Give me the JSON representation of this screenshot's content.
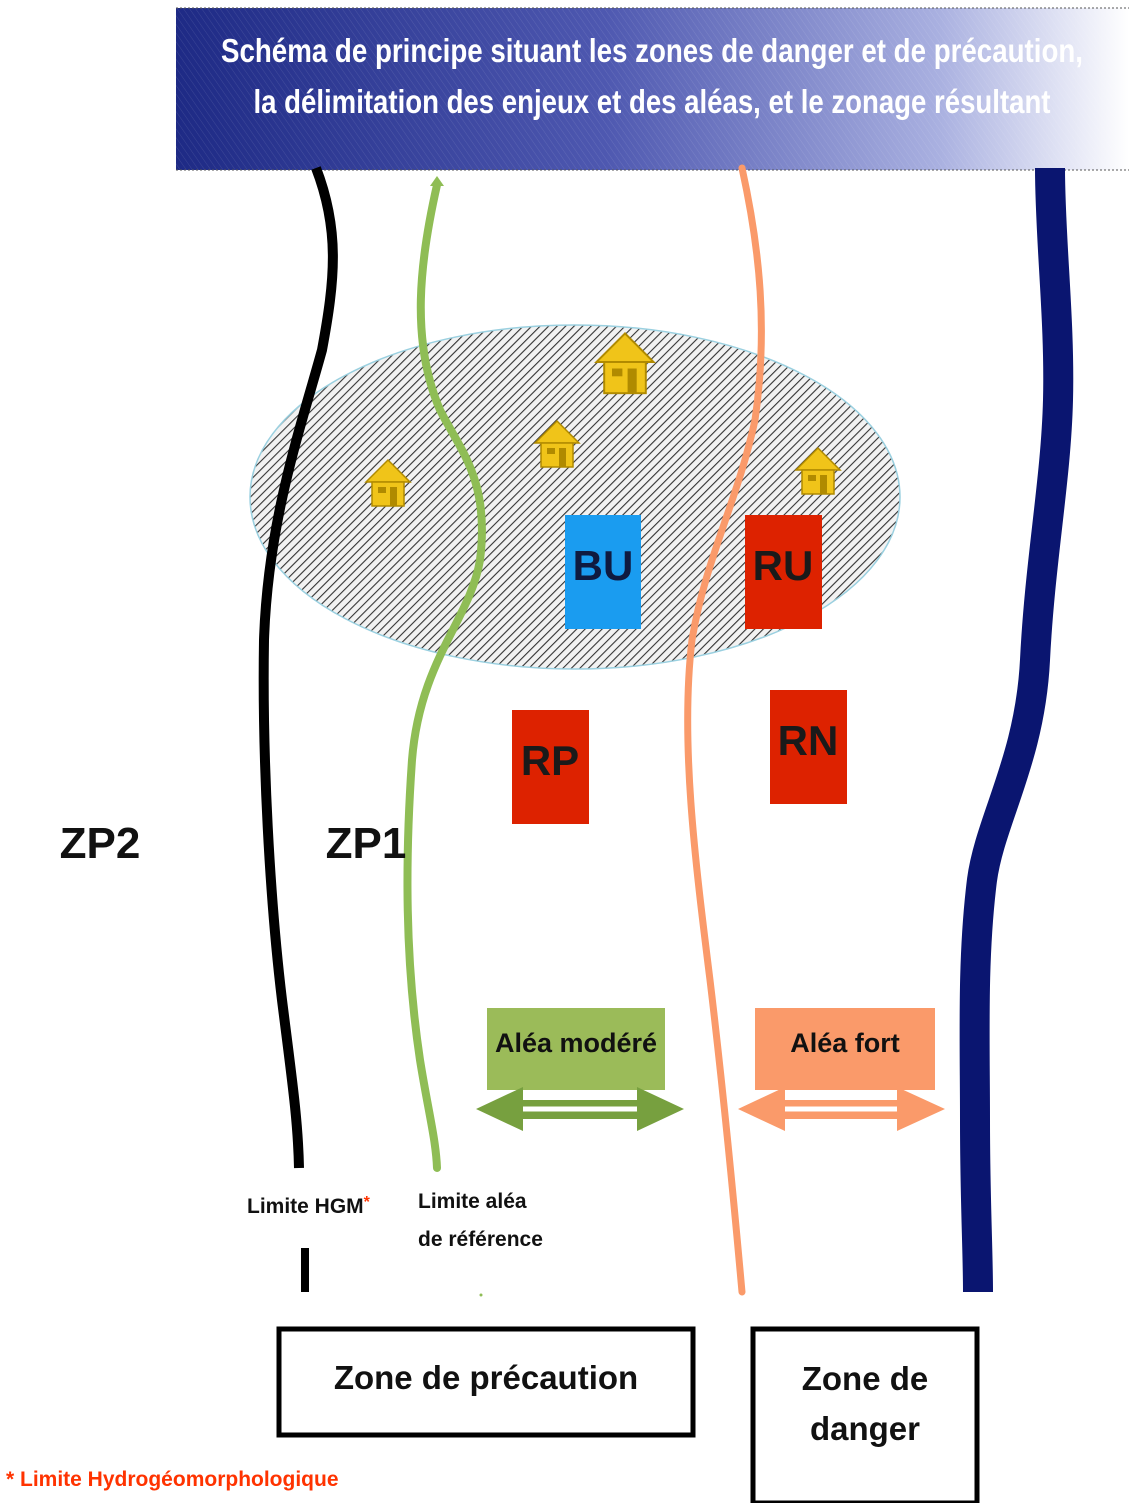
{
  "title": {
    "line1": "Schéma de principe situant les zones de danger et de précaution,",
    "line2": "la délimitation des enjeux et des aléas, et le zonage résultant"
  },
  "zones": {
    "zp2": "ZP2",
    "zp1": "ZP1"
  },
  "blocks": {
    "bu": {
      "label": "BU",
      "color": "#1a9cf0"
    },
    "ru": {
      "label": "RU",
      "color": "#dd2200"
    },
    "rp": {
      "label": "RP",
      "color": "#dd2200"
    },
    "rn": {
      "label": "RN",
      "color": "#dd2200"
    }
  },
  "hazards": {
    "moderate": {
      "label": "Aléa modéré",
      "color": "#9bbb59",
      "arrow_color": "#77a03f"
    },
    "strong": {
      "label": "Aléa fort",
      "color": "#fa9a6a",
      "arrow_color": "#fa9a6a"
    }
  },
  "limits": {
    "hgm_label": "Limite HGM",
    "hgm_star": "*",
    "ref_line1": "Limite aléa",
    "ref_line2": "de référence"
  },
  "boxes": {
    "precaution": "Zone de précaution",
    "danger_line1": "Zone de",
    "danger_line2": "danger"
  },
  "footnote": "* Limite Hydrogéomorphologique",
  "colors": {
    "title_start": "#1f2a80",
    "title_end": "#ffffff",
    "hgm_line": "#000000",
    "ref_line": "#8fbd55",
    "strong_line": "#fa9a6a",
    "river": "#0a1570",
    "house": "#f0c419",
    "footnote": "#ff3300"
  }
}
